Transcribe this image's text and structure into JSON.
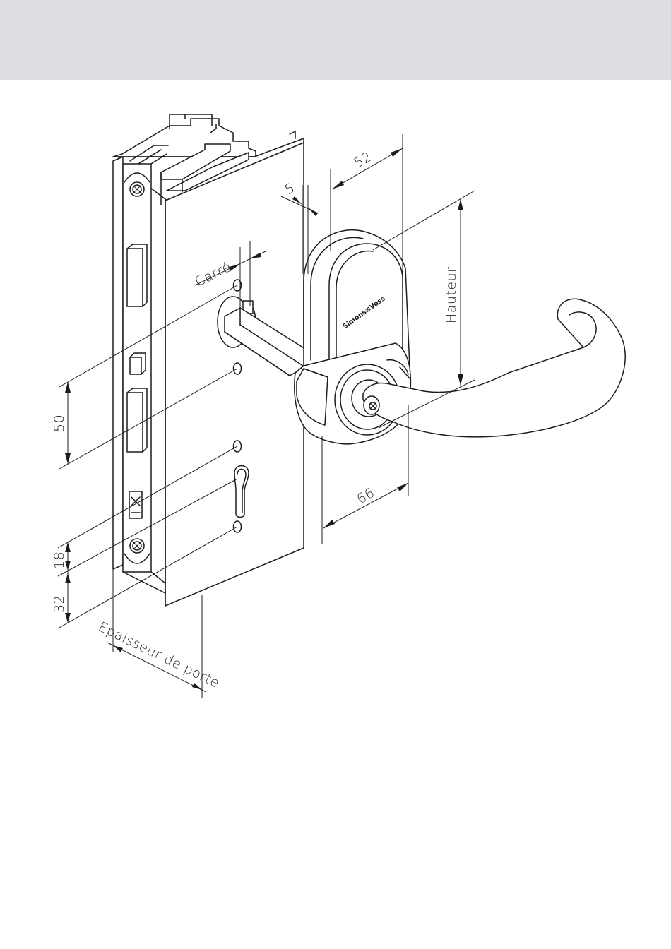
{
  "dimensions": {
    "d52": "52",
    "d5": "5",
    "carre": "Carré",
    "hauteur": "Hauteur",
    "d50": "50",
    "d66": "66",
    "d18": "18",
    "d32": "32",
    "epaisseur": "Epaisseur de porte"
  },
  "brand": {
    "name": "Simons≡Voss"
  },
  "colors": {
    "header_band": "#dcdee3",
    "line": "#1c1c1c"
  }
}
